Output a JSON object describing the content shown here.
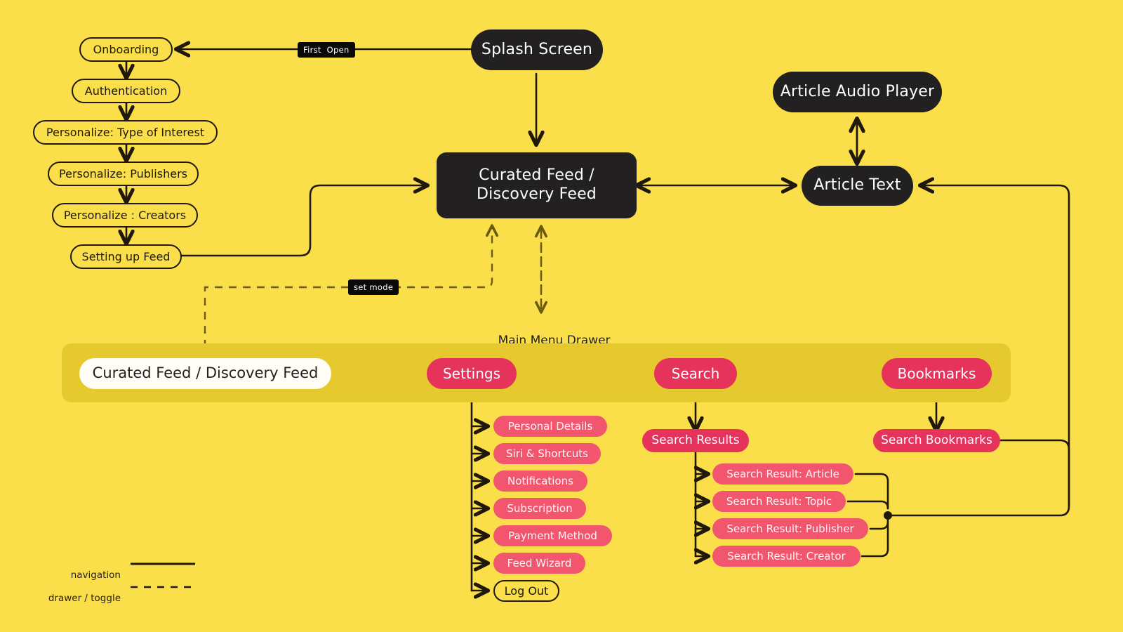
{
  "meta": {
    "title": "Mobile News App — User Flow Diagram",
    "background_color": "#FADF4B",
    "drawer_band_color": "#E6C92E",
    "dark_node_color": "#222020",
    "crimson_color": "#E5335C",
    "pink_color": "#F2566E",
    "line_color": "#20180A"
  },
  "onboarding": {
    "items": [
      {
        "label": "Onboarding"
      },
      {
        "label": "Authentication"
      },
      {
        "label": "Personalize: Type of Interest"
      },
      {
        "label": "Personalize: Publishers"
      },
      {
        "label": "Personalize : Creators"
      },
      {
        "label": "Setting up Feed"
      }
    ]
  },
  "main": {
    "splash": "Splash Screen",
    "curated_feed": "Curated Feed /\nDiscovery Feed",
    "article_text": "Article Text",
    "article_audio_player": "Article Audio Player"
  },
  "edge_labels": {
    "first_open": "First  Open",
    "set_mode": "set mode",
    "main_menu_drawer": "Main Menu Drawer"
  },
  "drawer": {
    "items": [
      {
        "label": "Curated Feed / Discovery Feed",
        "style": "white"
      },
      {
        "label": "Settings",
        "style": "crimson"
      },
      {
        "label": "Search",
        "style": "crimson"
      },
      {
        "label": "Bookmarks",
        "style": "crimson"
      }
    ]
  },
  "settings_children": [
    {
      "label": "Personal Details",
      "style": "pink"
    },
    {
      "label": "Siri & Shortcuts",
      "style": "pink"
    },
    {
      "label": "Notifications",
      "style": "pink"
    },
    {
      "label": "Subscription",
      "style": "pink"
    },
    {
      "label": "Payment Method",
      "style": "pink"
    },
    {
      "label": "Feed Wizard",
      "style": "pink"
    },
    {
      "label": "Log Out",
      "style": "outline"
    }
  ],
  "search_branch": {
    "results": "Search Results",
    "children": [
      {
        "label": "Search Result: Article"
      },
      {
        "label": "Search Result: Topic"
      },
      {
        "label": "Search Result: Publisher"
      },
      {
        "label": "Search Result: Creator"
      }
    ]
  },
  "bookmarks_branch": {
    "search_bookmarks": "Search Bookmarks"
  },
  "legend": {
    "rows": [
      {
        "label": "navigation",
        "style": "solid"
      },
      {
        "label": "drawer / toggle",
        "style": "dashed"
      }
    ]
  }
}
